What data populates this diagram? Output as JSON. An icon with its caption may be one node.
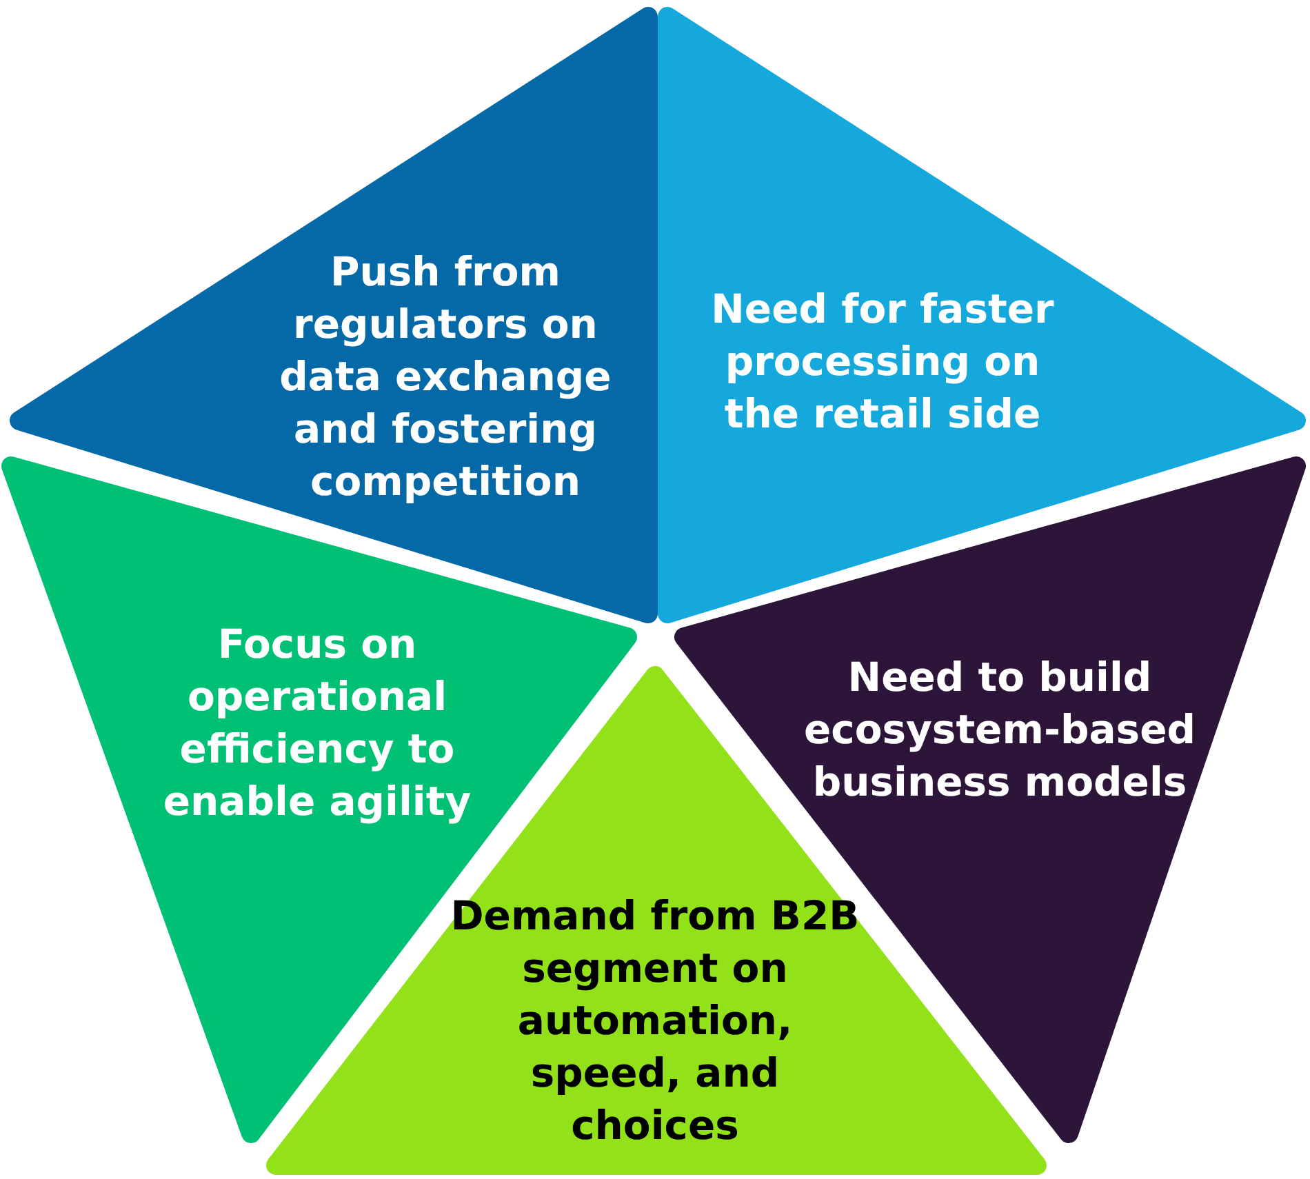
{
  "diagram": {
    "nodes": [
      {
        "text": [
          "Push from regulators on data exchange and fostering competition"
        ]
      },
      {
        "text": [
          "Need for faster processing on the retail side"
        ]
      },
      {
        "text": [
          "Focus on operational efficiency to enable agility"
        ]
      },
      {
        "text": [
          "Need to build ecosystem-based business models"
        ]
      },
      {
        "text": [
          "Demand from B2B segment on automation, speed, and choices"
        ]
      }
    ]
  }
}
